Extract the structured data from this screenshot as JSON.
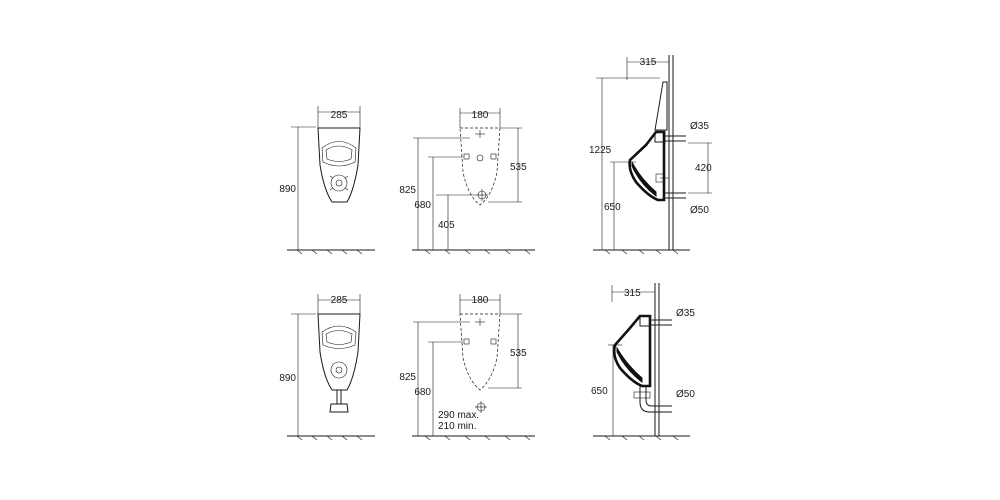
{
  "views": {
    "top_front": {
      "width_dim": "285",
      "height_dim": "890"
    },
    "top_install": {
      "width_dim": "180",
      "dims": [
        "825",
        "680",
        "405",
        "535"
      ]
    },
    "top_side": {
      "depth_dim": "315",
      "height_dim": "1225",
      "pipe_top": "Ø35",
      "pipe_spacing": "420",
      "rim_height": "650",
      "pipe_bottom": "Ø50"
    },
    "bottom_front": {
      "width_dim": "285",
      "height_dim": "890"
    },
    "bottom_install": {
      "width_dim": "180",
      "dims": [
        "825",
        "680",
        "535"
      ],
      "note_max": "290 max.",
      "note_min": "210 min."
    },
    "bottom_side": {
      "depth_dim": "315",
      "pipe_top": "Ø35",
      "rim_height": "650",
      "pipe_bottom": "Ø50"
    }
  },
  "colors": {
    "line": "#1a1a1a",
    "background": "#ffffff"
  }
}
